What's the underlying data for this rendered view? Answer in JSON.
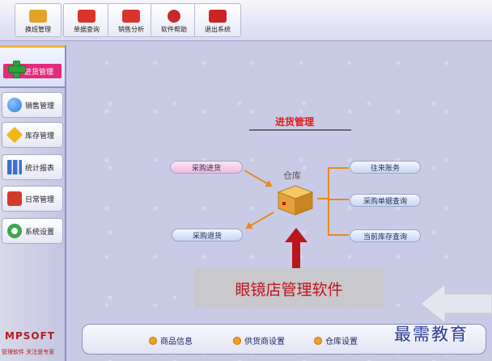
{
  "toolbar": {
    "buttons": [
      {
        "label": "换班管理",
        "icon": "shift-icon",
        "color": "#e3a12a"
      },
      {
        "label": "单据查询",
        "icon": "search-icon",
        "color": "#d9342b"
      },
      {
        "label": "销售分析",
        "icon": "chart-icon",
        "color": "#d9342b"
      },
      {
        "label": "软件帮助",
        "icon": "help-icon",
        "color": "#c72a2a"
      },
      {
        "label": "退出系统",
        "icon": "exit-icon",
        "color": "#cf2323"
      }
    ]
  },
  "sidebar": {
    "active_label": "进货管理",
    "items": [
      {
        "label": "销售管理",
        "icon": "globe-icon",
        "color": "#2f7ed6"
      },
      {
        "label": "库存管理",
        "icon": "star-icon",
        "color": "#f4b71a"
      },
      {
        "label": "统计报表",
        "icon": "bar-chart-icon",
        "color": "#3c6fd0"
      },
      {
        "label": "日常管理",
        "icon": "wrench-icon",
        "color": "#d43a2b"
      },
      {
        "label": "系统设置",
        "icon": "gear-icon",
        "color": "#3aa74a"
      }
    ],
    "brand_logo": "MPSOFT",
    "brand_slogan": "管理软件 关注是专家"
  },
  "main": {
    "title": "进货管理",
    "storage_label": "仓库",
    "left_nodes": [
      "采购进货",
      "采购退货"
    ],
    "right_nodes": [
      "往来账务",
      "采购单据查询",
      "当前库存查询"
    ],
    "banner_text": "眼镜店管理软件"
  },
  "bottom_bar": {
    "links": [
      "商品信息",
      "供货商设置",
      "仓库设置"
    ]
  },
  "watermark": "最需教育",
  "colors": {
    "accent": "#e12c7a",
    "arrow": "#e88a18",
    "title": "#e01e1e"
  }
}
